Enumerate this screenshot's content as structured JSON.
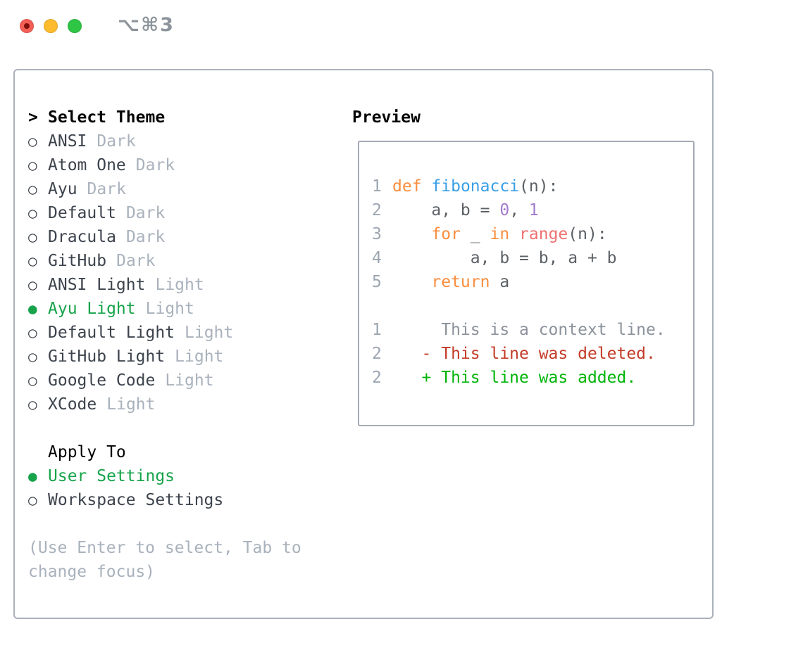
{
  "window": {
    "title": "⌥⌘3",
    "traffic_lights": {
      "close": "close-button",
      "minimize": "minimize-button",
      "zoom": "zoom-button"
    }
  },
  "glyphs": {
    "header_prefix": ">",
    "selected_marker": "●",
    "unselected_marker": "○"
  },
  "theme_picker": {
    "header": "Select Theme",
    "items": [
      {
        "name": "ANSI",
        "variant": "Dark",
        "selected": false
      },
      {
        "name": "Atom One",
        "variant": "Dark",
        "selected": false
      },
      {
        "name": "Ayu",
        "variant": "Dark",
        "selected": false
      },
      {
        "name": "Default",
        "variant": "Dark",
        "selected": false
      },
      {
        "name": "Dracula",
        "variant": "Dark",
        "selected": false
      },
      {
        "name": "GitHub",
        "variant": "Dark",
        "selected": false
      },
      {
        "name": "ANSI Light",
        "variant": "Light",
        "selected": false
      },
      {
        "name": "Ayu Light",
        "variant": "Light",
        "selected": true
      },
      {
        "name": "Default Light",
        "variant": "Light",
        "selected": false
      },
      {
        "name": "GitHub Light",
        "variant": "Light",
        "selected": false
      },
      {
        "name": "Google Code",
        "variant": "Light",
        "selected": false
      },
      {
        "name": "XCode",
        "variant": "Light",
        "selected": false
      }
    ]
  },
  "apply_to": {
    "header": "Apply To",
    "options": [
      {
        "label": "User Settings",
        "selected": true
      },
      {
        "label": "Workspace Settings",
        "selected": false
      }
    ]
  },
  "help_text": "(Use Enter to select, Tab to change focus)",
  "preview": {
    "title": "Preview",
    "lines": [
      {
        "num": "1",
        "kind": "code",
        "segments": [
          {
            "t": "def",
            "c": "keyword"
          },
          {
            "t": " ",
            "c": "default"
          },
          {
            "t": "fibonacci",
            "c": "entity"
          },
          {
            "t": "(n):",
            "c": "default"
          }
        ]
      },
      {
        "num": "2",
        "kind": "code",
        "segments": [
          {
            "t": "    a, b = ",
            "c": "default"
          },
          {
            "t": "0",
            "c": "number"
          },
          {
            "t": ", ",
            "c": "default"
          },
          {
            "t": "1",
            "c": "number"
          }
        ]
      },
      {
        "num": "3",
        "kind": "code",
        "segments": [
          {
            "t": "    ",
            "c": "default"
          },
          {
            "t": "for",
            "c": "keyword"
          },
          {
            "t": " _ ",
            "c": "default"
          },
          {
            "t": "in",
            "c": "keyword"
          },
          {
            "t": " ",
            "c": "default"
          },
          {
            "t": "range",
            "c": "call"
          },
          {
            "t": "(n):",
            "c": "default"
          }
        ]
      },
      {
        "num": "4",
        "kind": "code",
        "segments": [
          {
            "t": "        a, b = b, a + b",
            "c": "default"
          }
        ]
      },
      {
        "num": "5",
        "kind": "code",
        "segments": [
          {
            "t": "    ",
            "c": "default"
          },
          {
            "t": "return",
            "c": "keyword"
          },
          {
            "t": " a",
            "c": "default"
          }
        ]
      },
      {
        "num": "",
        "kind": "blank",
        "segments": []
      },
      {
        "num": "1",
        "kind": "context",
        "segments": [
          {
            "t": "     This is a context line.",
            "c": "context"
          }
        ]
      },
      {
        "num": "2",
        "kind": "deleted",
        "segments": [
          {
            "t": "   - This line was deleted.",
            "c": "deleted"
          }
        ]
      },
      {
        "num": "2",
        "kind": "added",
        "segments": [
          {
            "t": "   + This line was added.",
            "c": "added"
          }
        ]
      }
    ]
  },
  "colors": {
    "panel_border": "#a9b1bb",
    "item_text": "#3c434c",
    "muted_text": "#a9b2bc",
    "selected_green": "#16a34a",
    "header_text": "#050505",
    "line_number": "#9ca6b1",
    "title_gray": "#8d949b",
    "traffic": {
      "close": "#f45f56",
      "minimize": "#fcbc2e",
      "zoom": "#2fc545"
    },
    "syntax": {
      "keyword": "#fa8d3e",
      "entity": "#399ee6",
      "number": "#a37acc",
      "call": "#f07171",
      "default": "#5c6166"
    },
    "diff": {
      "context": "#8b929b",
      "deleted": "#c33b28",
      "added": "#00b409"
    }
  }
}
